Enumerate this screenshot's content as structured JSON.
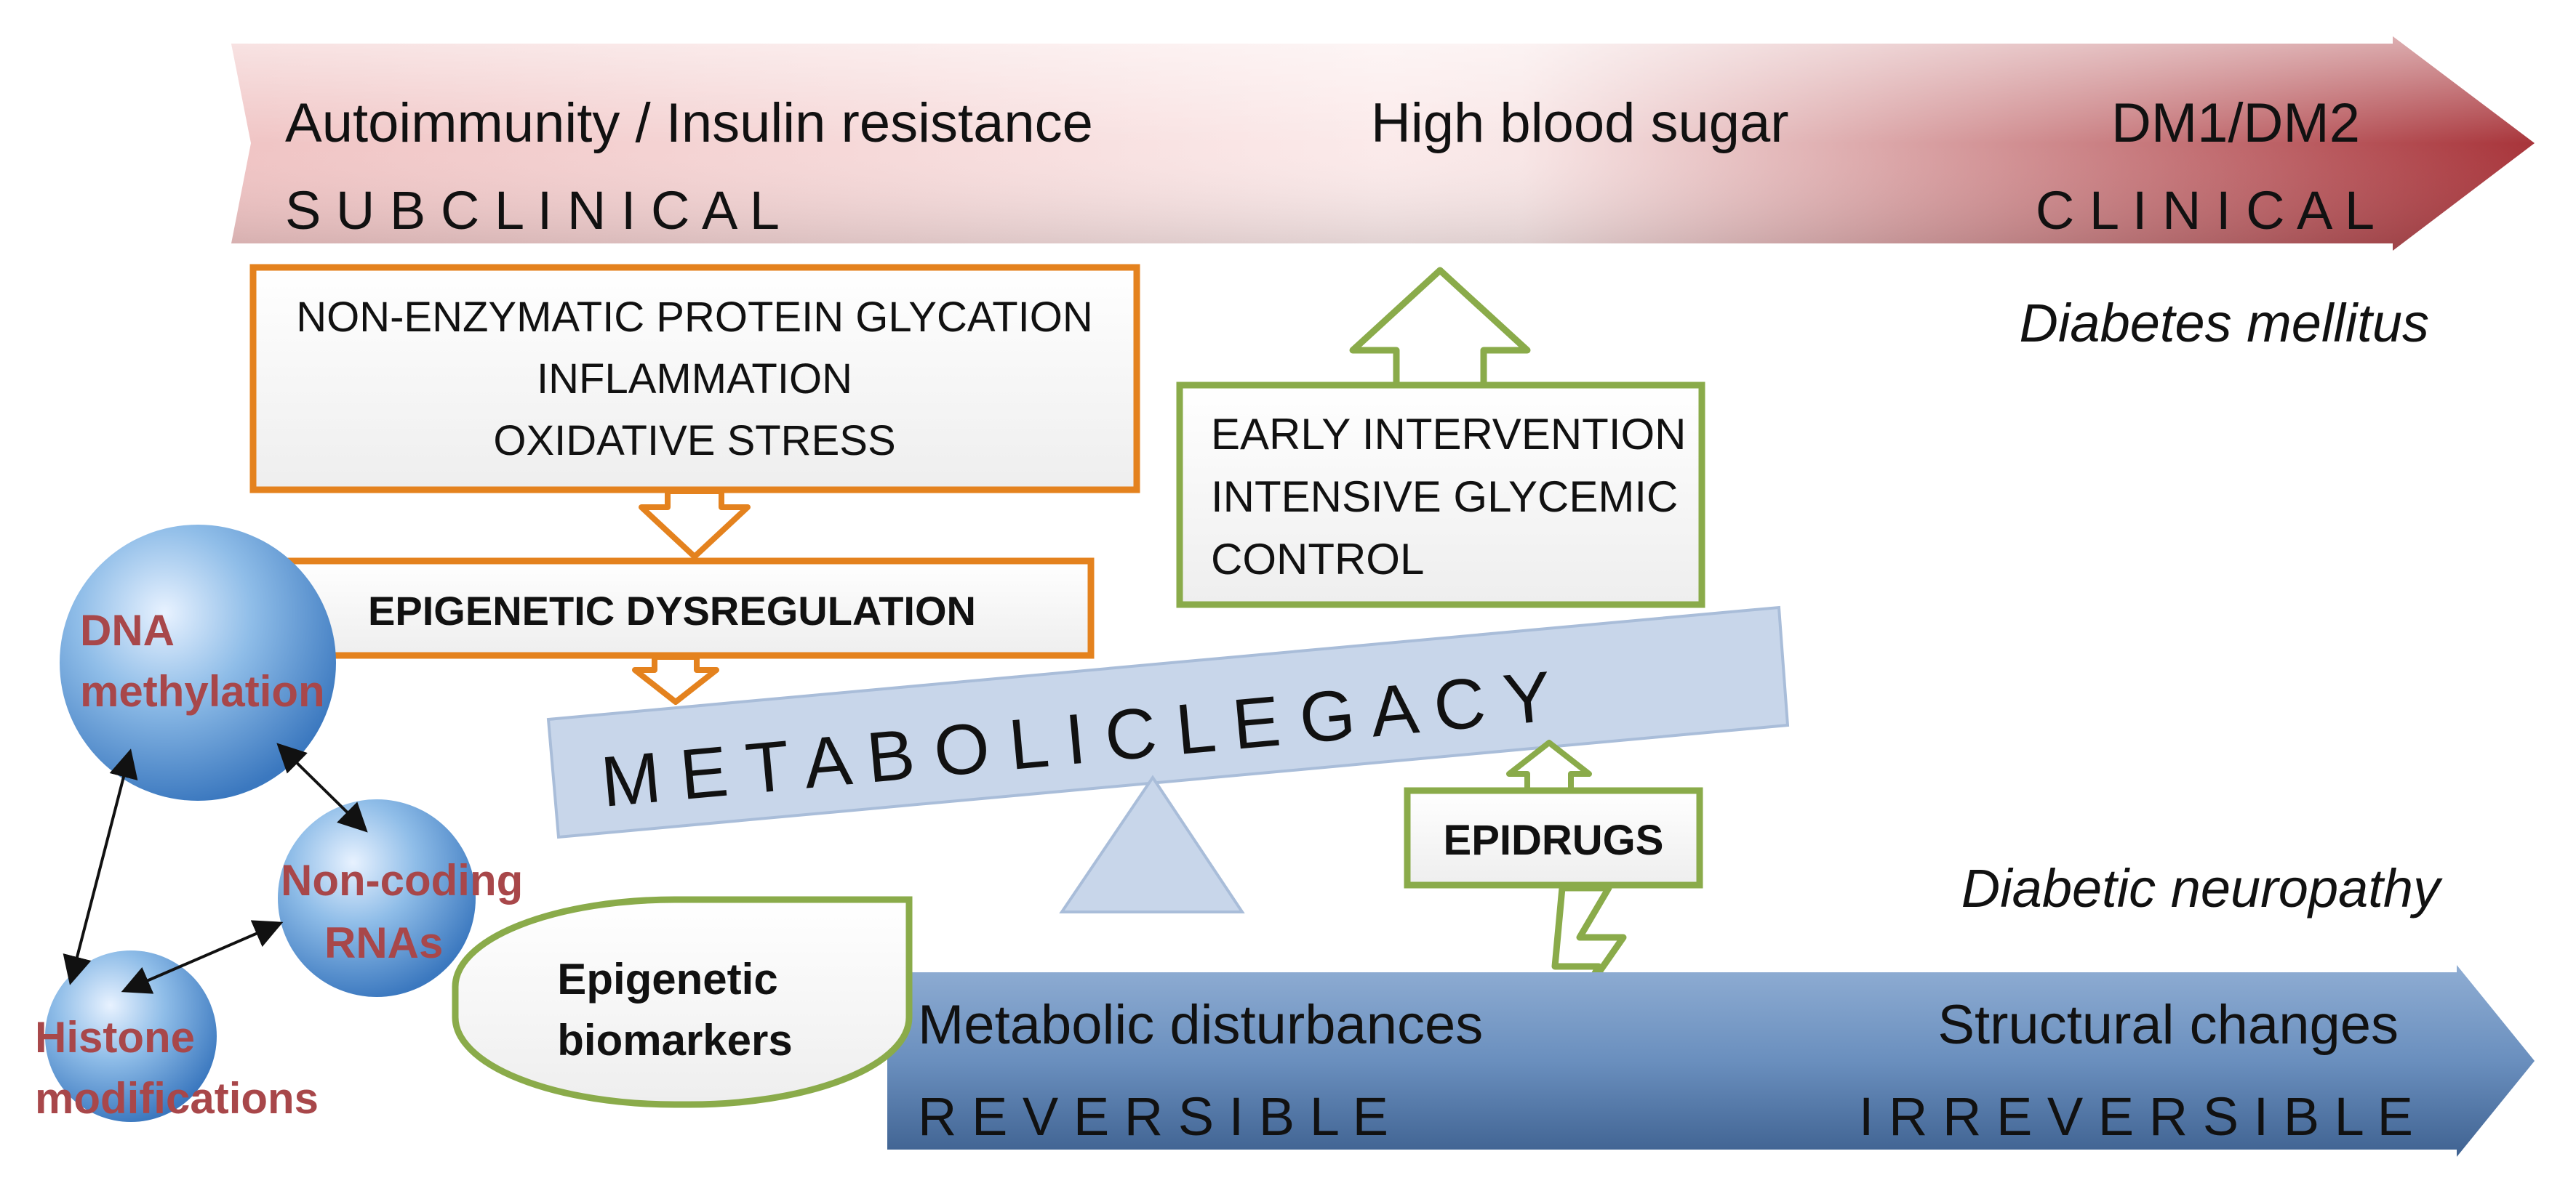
{
  "top_arrow": {
    "cause": "Autoimmunity / Insulin resistance",
    "middle": "High blood sugar",
    "result": "DM1/DM2",
    "stage_left": "S U B C L I N I C A L",
    "stage_right": "C L I N I C A L"
  },
  "diabetes_label": "Diabetes mellitus",
  "mechanisms": {
    "line1": "NON-ENZYMATIC PROTEIN GLYCATION",
    "line2": "INFLAMMATION",
    "line3": "OXIDATIVE STRESS"
  },
  "dysregulation": "EPIGENETIC DYSREGULATION",
  "intervention": {
    "line1": "EARLY INTERVENTION",
    "line2": "INTENSIVE GLYCEMIC",
    "line3": "CONTROL"
  },
  "legacy": "M E T A B O L I C   L E G A C Y",
  "epidrugs": "EPIDRUGS",
  "neuropathy_label": "Diabetic neuropathy",
  "bottom_arrow": {
    "left": "Metabolic disturbances",
    "right": "Structural changes",
    "stage_left": "R E V E R S I B L E",
    "stage_right": "I R R E V E R S I B L E"
  },
  "biomarkers": {
    "line1": "Epigenetic",
    "line2": "biomarkers"
  },
  "spheres": {
    "dna_line1": "DNA",
    "dna_line2": "methylation",
    "ncrna_line1": "Non-coding",
    "ncrna_line2": "RNAs",
    "histone_line1": "Histone",
    "histone_line2": "modifications"
  },
  "colors": {
    "top_arrow_end": "#a8343a",
    "bottom_arrow": "#4a6f9f",
    "orange_border": "#e4821e",
    "green_border": "#8aab4a",
    "sphere_label": "#a8474a",
    "legacy_fill": "#c8d6ea"
  }
}
